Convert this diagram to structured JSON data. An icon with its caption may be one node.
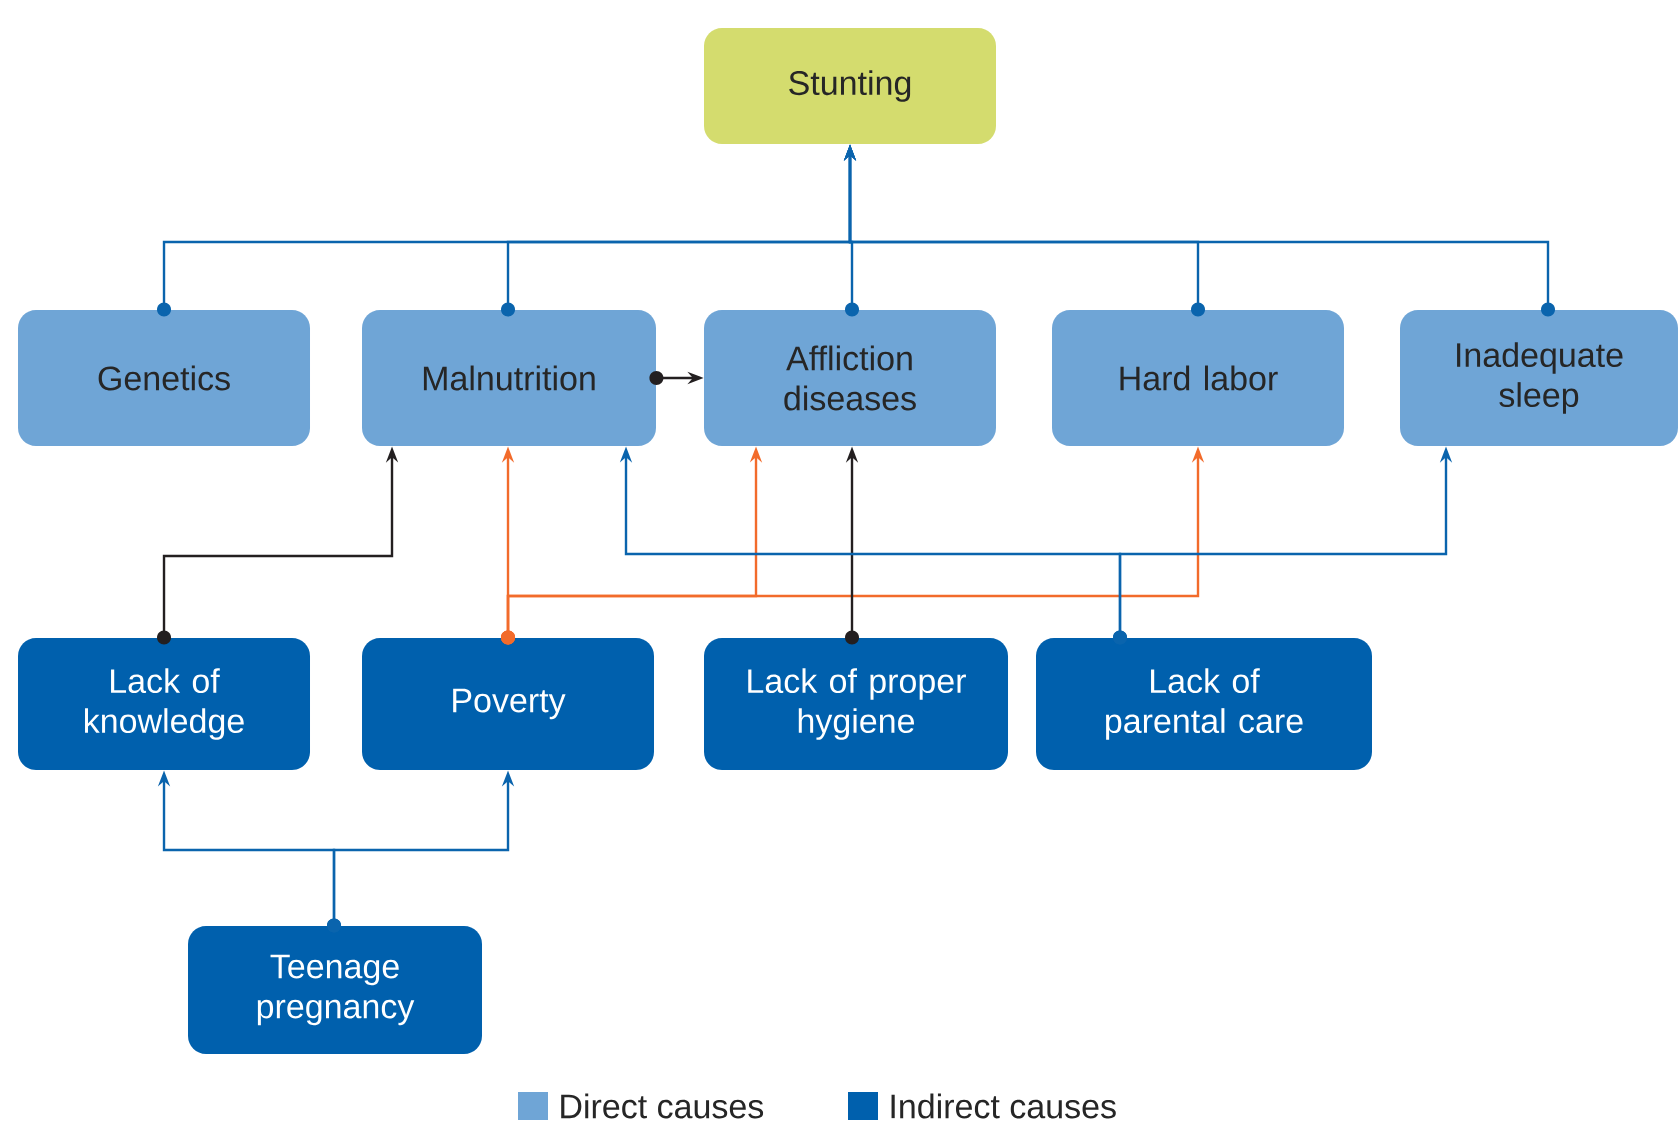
{
  "diagram": {
    "nodes": [
      {
        "text": [
          "Stunting"
        ]
      },
      {
        "text": [
          "Genetics"
        ]
      },
      {
        "text": [
          "Malnutrition"
        ]
      },
      {
        "text": [
          "Affliction diseases"
        ]
      },
      {
        "text": [
          "Hard labor"
        ]
      },
      {
        "text": [
          "Inadequate sleep"
        ]
      },
      {
        "text": [
          "Lack of knowledge"
        ]
      },
      {
        "text": [
          "Poverty"
        ]
      },
      {
        "text": [
          "Lack of proper hygiene"
        ]
      },
      {
        "text": [
          "Lack of parental care"
        ]
      },
      {
        "text": [
          "Teenage pregnancy"
        ]
      }
    ],
    "edges": [
      {
        "from": 1,
        "to": 0,
        "arrow": "to"
      },
      {
        "from": 2,
        "to": 0,
        "arrow": "to"
      },
      {
        "from": 3,
        "to": 0,
        "arrow": "to"
      },
      {
        "from": 4,
        "to": 0,
        "arrow": "to"
      },
      {
        "from": 5,
        "to": 0,
        "arrow": "to"
      },
      {
        "from": 2,
        "to": 3,
        "arrow": "to",
        "color": "#231f20"
      },
      {
        "from": 6,
        "to": 2,
        "arrow": "to",
        "color": "#231f20"
      },
      {
        "from": 7,
        "to": 2,
        "arrow": "to",
        "color": "#f26b2b"
      },
      {
        "from": 7,
        "to": 3,
        "arrow": "to",
        "color": "#f26b2b"
      },
      {
        "from": 7,
        "to": 4,
        "arrow": "to",
        "color": "#f26b2b"
      },
      {
        "from": 8,
        "to": 3,
        "arrow": "to",
        "color": "#231f20"
      },
      {
        "from": 9,
        "to": 2,
        "arrow": "to"
      },
      {
        "from": 9,
        "to": 5,
        "arrow": "to"
      },
      {
        "from": 10,
        "to": 6,
        "arrow": "to"
      },
      {
        "from": 10,
        "to": 7,
        "arrow": "to"
      }
    ],
    "legend": [
      {
        "text": "Direct causes",
        "color": "#6fa5d6"
      },
      {
        "text": "Indirect causes",
        "color": "#0060ad"
      }
    ]
  }
}
